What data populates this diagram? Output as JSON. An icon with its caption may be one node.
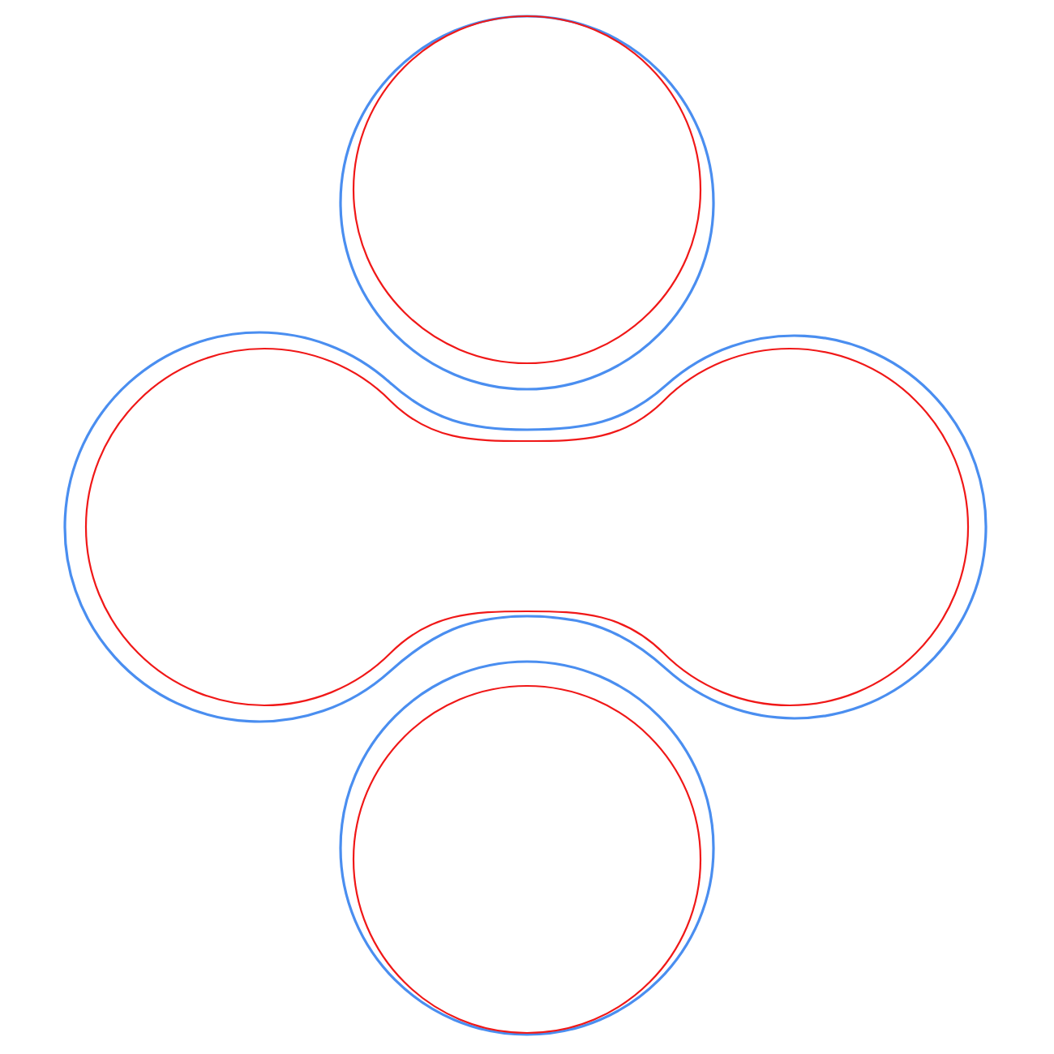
{
  "diagram": {
    "nodes": [
      {
        "text": [],
        "shape": "circle"
      },
      {
        "text": [],
        "shape": "circle",
        "in": 0
      },
      {
        "text": [],
        "shape": "peanut"
      },
      {
        "text": [],
        "shape": "peanut",
        "in": 2
      },
      {
        "text": [],
        "shape": "circle"
      },
      {
        "text": [],
        "shape": "circle",
        "in": 4
      }
    ]
  }
}
